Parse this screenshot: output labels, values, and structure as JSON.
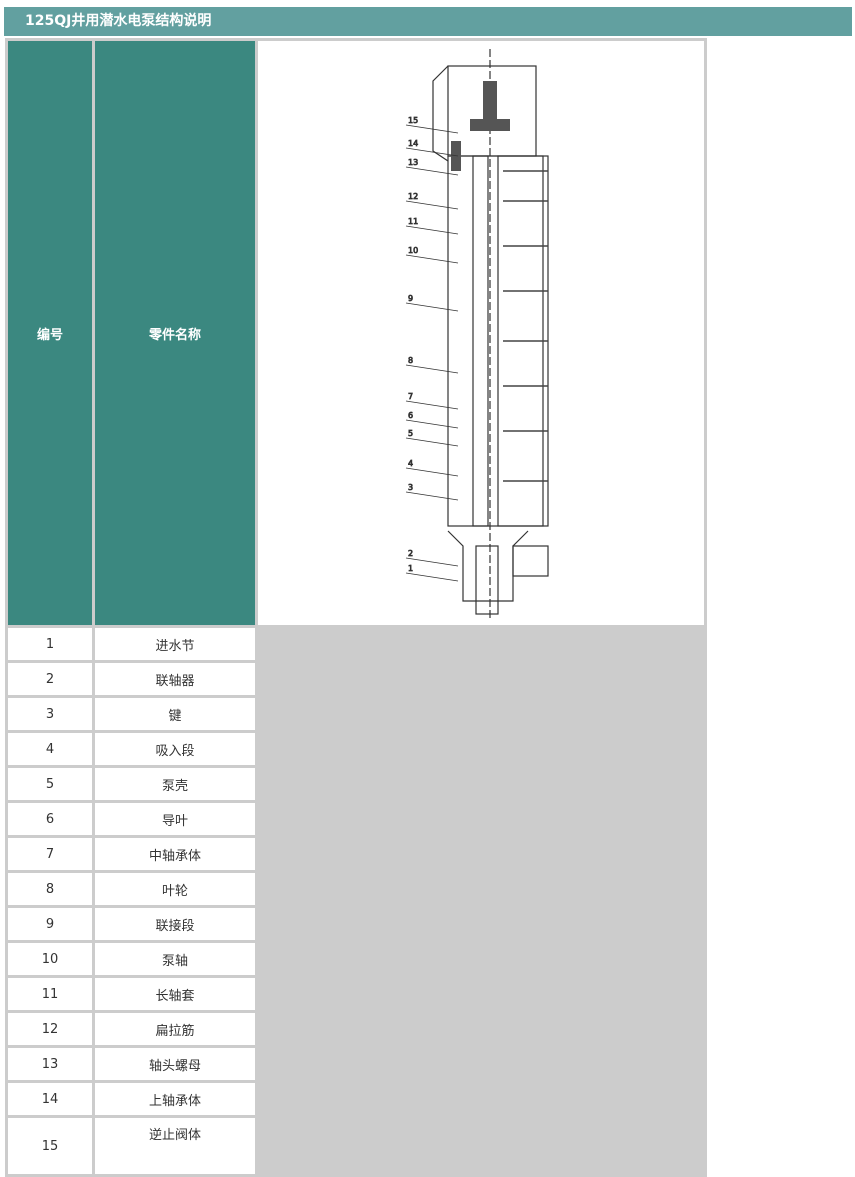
{
  "title": "125QJ井用潜水电泵结构说明",
  "table": {
    "headers": [
      "编号",
      "零件名称"
    ],
    "rows": [
      {
        "no": "1",
        "name": "进水节"
      },
      {
        "no": "2",
        "name": "联轴器"
      },
      {
        "no": "3",
        "name": "键"
      },
      {
        "no": "4",
        "name": "吸入段"
      },
      {
        "no": "5",
        "name": "泵壳"
      },
      {
        "no": "6",
        "name": "导叶"
      },
      {
        "no": "7",
        "name": "中轴承体"
      },
      {
        "no": "8",
        "name": "叶轮"
      },
      {
        "no": "9",
        "name": "联接段"
      },
      {
        "no": "10",
        "name": "泵轴"
      },
      {
        "no": "11",
        "name": "长轴套"
      },
      {
        "no": "12",
        "name": "扁拉筋"
      },
      {
        "no": "13",
        "name": "轴头螺母"
      },
      {
        "no": "14",
        "name": "上轴承体"
      },
      {
        "no": "15",
        "name": "逆止阀体"
      }
    ]
  },
  "diagram": {
    "callouts": [
      "15",
      "14",
      "13",
      "12",
      "11",
      "10",
      "9",
      "8",
      "7",
      "6",
      "5",
      "4",
      "3",
      "2",
      "1"
    ]
  }
}
